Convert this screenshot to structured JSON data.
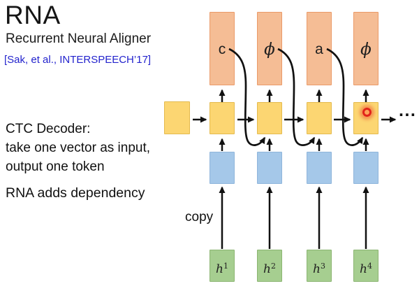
{
  "slide": {
    "title": "RNA",
    "subtitle": "Recurrent Neural Aligner",
    "citation": "[Sak, et al., INTERSPEECH’17]",
    "body_line1": "CTC Decoder:",
    "body_line2": "take one vector as input,",
    "body_line3": "output one token",
    "note": "RNA adds dependency",
    "copy_label": "copy",
    "ellipsis": "..."
  },
  "diagram": {
    "output_labels": [
      "c",
      "ϕ",
      "a",
      "ϕ"
    ],
    "input_labels": [
      {
        "base": "h",
        "sup": "1"
      },
      {
        "base": "h",
        "sup": "2"
      },
      {
        "base": "h",
        "sup": "3"
      },
      {
        "base": "h",
        "sup": "4"
      }
    ],
    "colors": {
      "output_fill": "#F5BD95",
      "output_border": "#EA9A68",
      "decoder_fill": "#FCD672",
      "decoder_border": "#E4BA4E",
      "encoder_fill": "#A5C8E9",
      "encoder_border": "#8FB5DB",
      "input_fill": "#A6CE90",
      "input_border": "#8BB571",
      "citation_text": "#2323CD",
      "attention_dot": "#E2231A",
      "arrow": "#111111"
    }
  }
}
